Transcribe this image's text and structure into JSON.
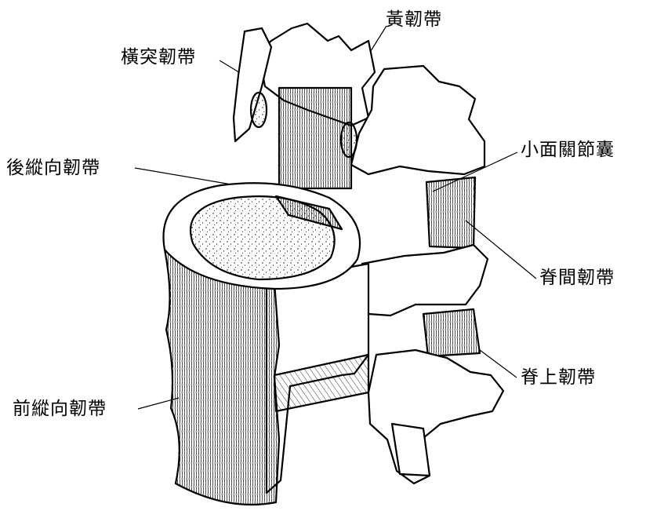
{
  "labels": {
    "yellow_ligament": "黃韌帶",
    "transverse_ligament": "橫突韌帶",
    "posterior_longitudinal": "後縱向韌帶",
    "facet_capsule": "小面關節囊",
    "interspinous": "脊間韌帶",
    "supraspinous": "脊上韌帶",
    "anterior_longitudinal": "前縱向韌帶"
  },
  "colors": {
    "ink": "#000000",
    "paper": "#ffffff",
    "disc_fill": "#f4f4f4"
  }
}
